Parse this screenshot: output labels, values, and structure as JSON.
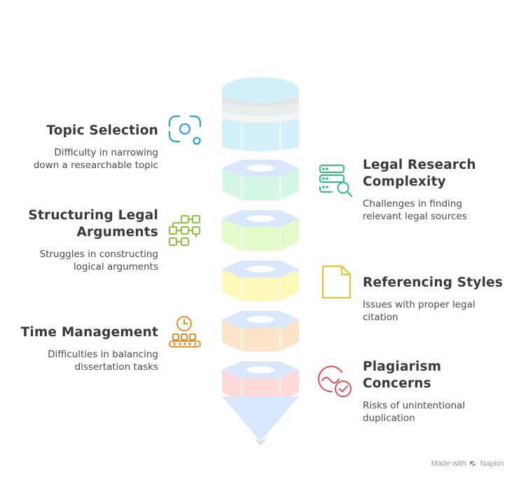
{
  "items": [
    {
      "id": "topic-selection",
      "side": "left",
      "title_lines": [
        "Topic Selection"
      ],
      "desc_lines": [
        "Difficulty in narrowing",
        "down a researchable topic"
      ],
      "color": "#29a3d6",
      "icon": "focus-target-icon"
    },
    {
      "id": "legal-research",
      "side": "right",
      "title_lines": [
        "Legal Research",
        "Complexity"
      ],
      "desc_lines": [
        "Challenges in finding",
        "relevant legal sources"
      ],
      "color": "#2dbd7e",
      "icon": "server-search-icon"
    },
    {
      "id": "structuring",
      "side": "left",
      "title_lines": [
        "Structuring Legal",
        "Arguments"
      ],
      "desc_lines": [
        "Struggles in constructing",
        "logical arguments"
      ],
      "color": "#8cc63f",
      "icon": "flowchart-icon"
    },
    {
      "id": "referencing",
      "side": "right",
      "title_lines": [
        "Referencing Styles"
      ],
      "desc_lines": [
        "Issues with proper legal",
        "citation"
      ],
      "color": "#e3c62a",
      "icon": "document-icon"
    },
    {
      "id": "time-management",
      "side": "left",
      "title_lines": [
        "Time Management"
      ],
      "desc_lines": [
        "Difficulties in balancing",
        "dissertation tasks"
      ],
      "color": "#e8902e",
      "icon": "clock-conveyor-icon"
    },
    {
      "id": "plagiarism",
      "side": "right",
      "title_lines": [
        "Plagiarism",
        "Concerns"
      ],
      "desc_lines": [
        "Risks of unintentional",
        "duplication"
      ],
      "color": "#e05252",
      "icon": "duplicate-check-icon"
    }
  ],
  "stack_colors": {
    "top": "#d3f0fb",
    "layers": [
      "#d6f7e6",
      "#e6f9c8",
      "#fbf8b9",
      "#fde5cc",
      "#fcdada"
    ],
    "tip": "#d9e6fb"
  },
  "footer": {
    "text": "Made with",
    "brand": "Napkin"
  }
}
